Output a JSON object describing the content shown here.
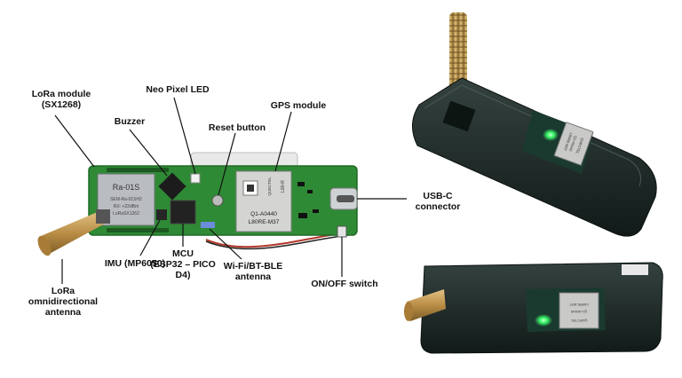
{
  "labels": {
    "lora_module": [
      "LoRa module",
      "(SX1268)"
    ],
    "neopixel": [
      "Neo Pixel LED"
    ],
    "buzzer": [
      "Buzzer"
    ],
    "reset": [
      "Reset button"
    ],
    "gps": [
      "GPS module"
    ],
    "usbc": [
      "USB-C",
      "connector"
    ],
    "imu": [
      "IMU (MP6050)"
    ],
    "mcu": [
      "MCU",
      "(ESP32 – PICO",
      "D4)"
    ],
    "wifi": [
      "Wi-Fi/BT-BLE",
      "antenna"
    ],
    "onoff": [
      "ON/OFF switch"
    ],
    "lora_antenna": [
      "LoRa",
      "omnidirectional",
      "antenna"
    ]
  },
  "chips": {
    "lora_top": "Ra-01S",
    "lora_small": [
      "SEM-Ra-01SH2",
      "RX: +22dBm",
      "LoRaSX1262"
    ],
    "gps_brand": "QUECTEL",
    "gps_model": "L80-R",
    "gps_line1": "Q1-A0440",
    "gps_line2": "L80RE-M37",
    "case1_gps_brand": "QUECTEL",
    "case1_gps_line1": "Q1-A0440",
    "case1_gps_line2": "L80RE-M37",
    "case2_gps_brand": "QUECTEL",
    "case2_gps_line1": "Q1-A0440",
    "case2_gps_line2": "L80RE-M37"
  },
  "colors": {
    "pcb": "#2f8a35",
    "pcb_dark": "#1f6a26",
    "enclosure": "#1c2b28",
    "led": "#3cff6a",
    "antenna": "#c9a25a"
  }
}
